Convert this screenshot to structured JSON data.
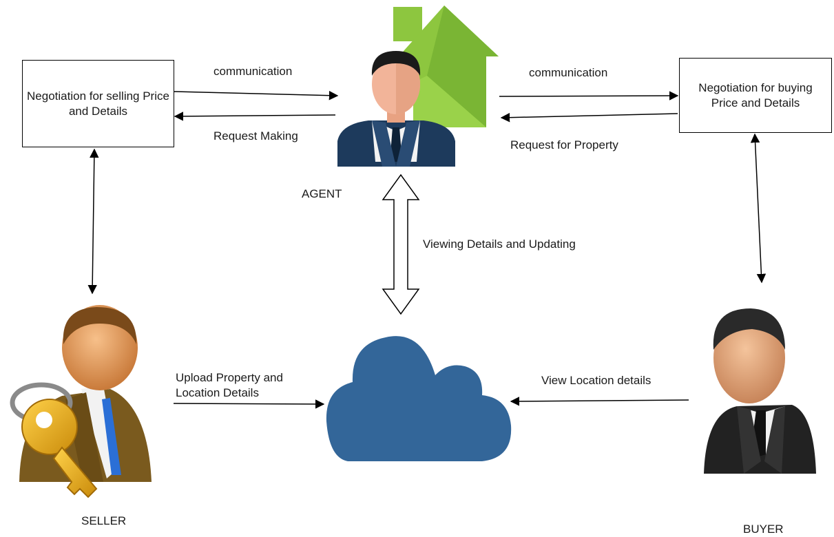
{
  "nodes": {
    "seller_box": "Negotiation for selling Price and Details",
    "buyer_box": "Negotiation for buying Price and Details",
    "agent": "AGENT",
    "seller": "SELLER",
    "buyer": "BUYER",
    "cloud_icon": "cloud-icon"
  },
  "edges": {
    "seller_to_agent": "communication",
    "agent_to_seller": "Request Making",
    "agent_to_buyer": "communication",
    "buyer_to_agent": "Request for Property",
    "agent_cloud": "Viewing Details and Updating",
    "seller_to_cloud": "Upload Property and Location Details",
    "buyer_to_cloud": "View Location details"
  },
  "colors": {
    "house": "#8dc63f",
    "cloud": "#336699",
    "agent_suit": "#1d3a5c",
    "seller_suit": "#7a5a1e",
    "key": "#e6a817",
    "buyer_suit": "#222222"
  }
}
